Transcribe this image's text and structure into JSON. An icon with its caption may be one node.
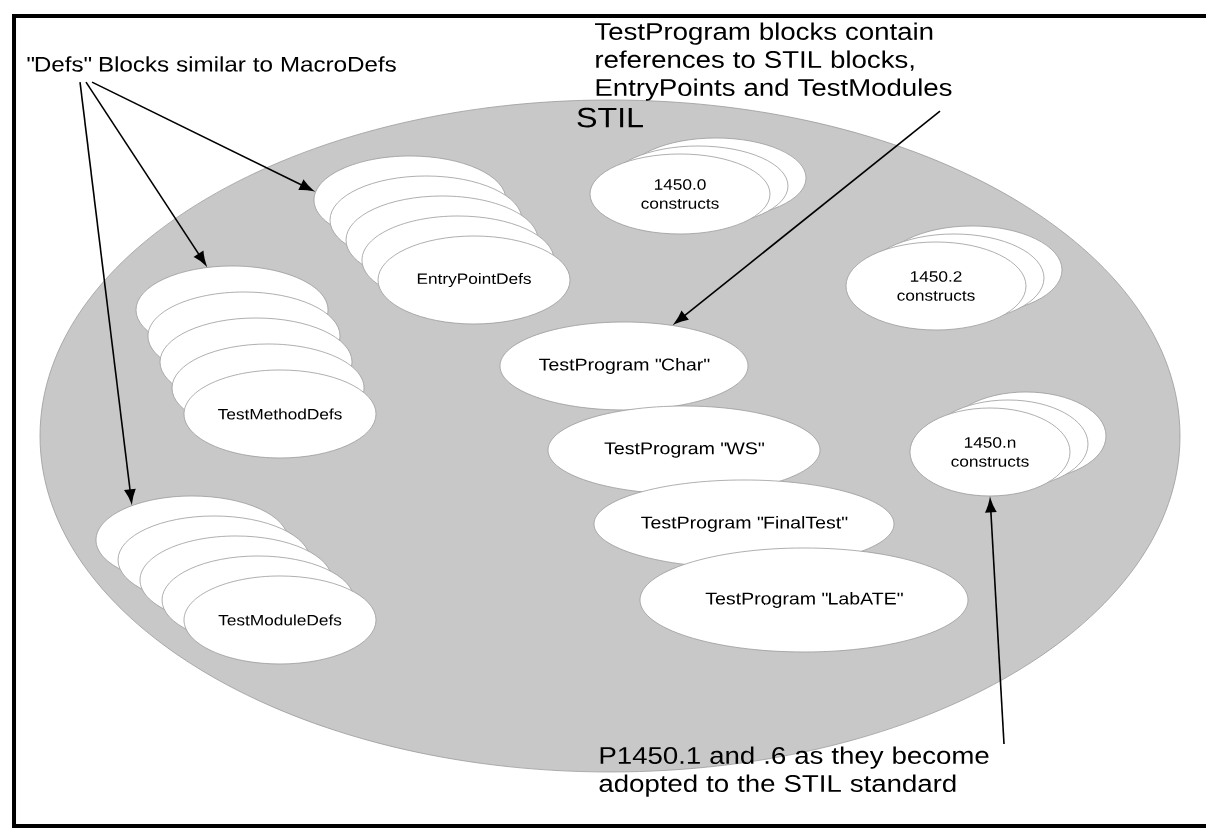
{
  "diagram": {
    "nodes": [
      {
        "text": [
          "STIL"
        ]
      },
      {
        "text": [
          "\"Defs\" Blocks similar to MacroDefs"
        ]
      },
      {
        "text": [
          "EntryPointDefs"
        ],
        "in": 0
      },
      {
        "text": [
          "TestMethodDefs"
        ],
        "in": 0
      },
      {
        "text": [
          "TestModuleDefs"
        ],
        "in": 0
      },
      {
        "text": [
          "1450.0 constructs"
        ],
        "in": 0
      },
      {
        "text": [
          "1450.2 constructs"
        ],
        "in": 0
      },
      {
        "text": [
          "1450.n constructs"
        ],
        "in": 0
      },
      {
        "text": [
          "TestProgram \"Char\""
        ],
        "in": 0
      },
      {
        "text": [
          "TestProgram \"WS\""
        ],
        "in": 0
      },
      {
        "text": [
          "TestProgram \"FinalTest\""
        ],
        "in": 0
      },
      {
        "text": [
          "TestProgram \"LabATE\""
        ],
        "in": 0
      },
      {
        "text": [
          "TestProgram blocks contain references to STIL blocks, EntryPoints and TestModules"
        ]
      },
      {
        "text": [
          "P1450.1 and .6 as they become adopted to the STIL standard"
        ]
      }
    ],
    "edges": [
      {
        "from": 1,
        "to": 2,
        "arrow": "to"
      },
      {
        "from": 1,
        "to": 3,
        "arrow": "to"
      },
      {
        "from": 1,
        "to": 4,
        "arrow": "to"
      },
      {
        "from": 12,
        "to": 8,
        "arrow": "to"
      },
      {
        "from": 13,
        "to": 7,
        "arrow": "to"
      }
    ]
  }
}
